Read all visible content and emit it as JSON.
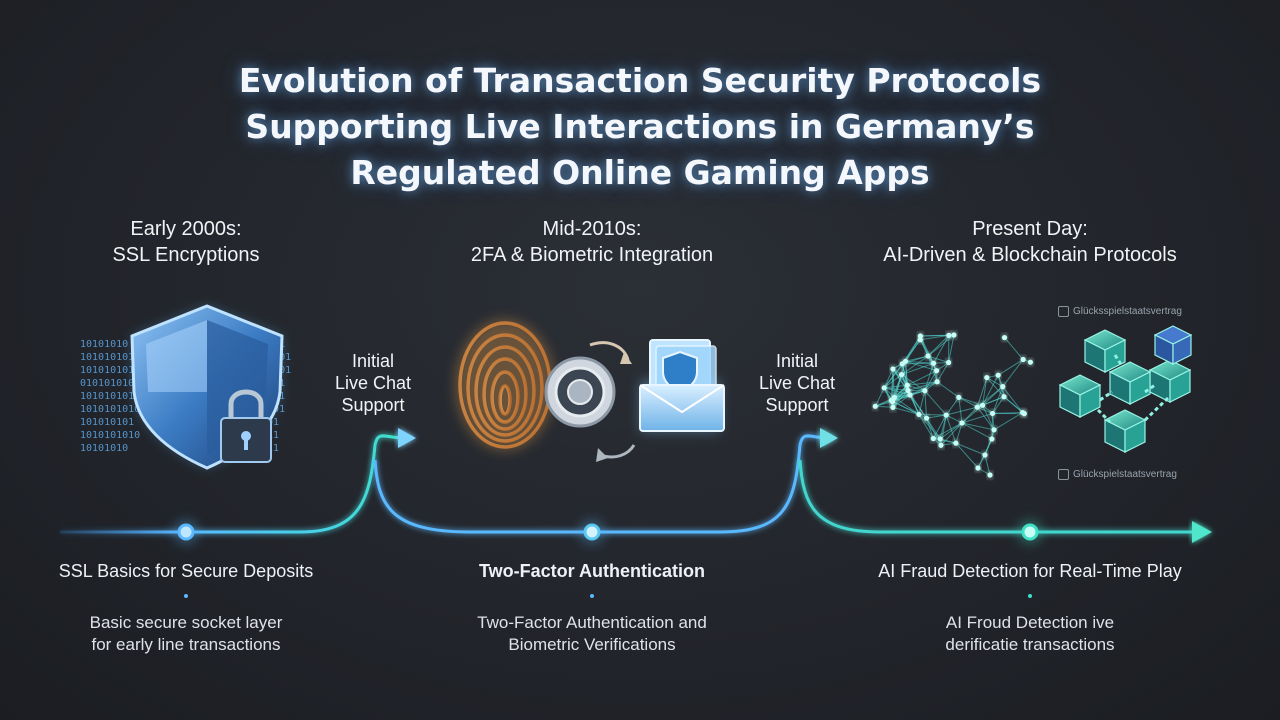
{
  "title": {
    "line1": "Evolution of Transaction Security Protocols",
    "line2": "Supporting Live Interactions in Germany’s",
    "line3": "Regulated Online Gaming Apps"
  },
  "eras": [
    {
      "line1": "Early 2000s:",
      "line2": "SSL Encryptions"
    },
    {
      "line1": "Mid-2010s:",
      "line2": "2FA & Biometric Integration"
    },
    {
      "line1": "Present Day:",
      "line2": "AI-Driven & Blockchain Protocols"
    }
  ],
  "live_chat": [
    {
      "line1": "Initial",
      "line2": "Live Chat",
      "line3": "Support"
    },
    {
      "line1": "Initial",
      "line2": "Live Chat",
      "line3": "Support"
    }
  ],
  "stages": [
    {
      "title": "SSL Basics for Secure Deposits",
      "desc1": "Basic secure socket layer",
      "desc2": "for early line transactions"
    },
    {
      "title": "Two-Factor Authentication",
      "desc1": "Two-Factor Authentication and",
      "desc2": "Biometric Verifications"
    },
    {
      "title": "AI Fraud Detection for Real-Time Play",
      "desc1": "AI Froud Detection ive",
      "desc2": "derificatie transactions"
    }
  ],
  "tags": {
    "top": "Glücksspielstaatsvertrag",
    "bottom": "Glückspielstaatsvertrag"
  },
  "binary": {
    "left": "10101010\n101010101\n1010101010\n010101010\n1010101010\n1010101010\n101010101\n1010101010\n10101010",
    "right": "10101\n101001\n101001\n10101\n10101\n10101\n1001\n1011\n1011"
  },
  "colors": {
    "background": "#22252b",
    "timeline_blue": "#5ab8ff",
    "timeline_teal": "#3fe0c8",
    "glow": "#7fd4ff"
  },
  "icons": [
    "shield-lock-icon",
    "fingerprint-icon",
    "sync-lock-icon",
    "secure-mail-icon",
    "ai-brain-network-icon",
    "blockchain-blocks-icon",
    "arrow-right-icon"
  ]
}
